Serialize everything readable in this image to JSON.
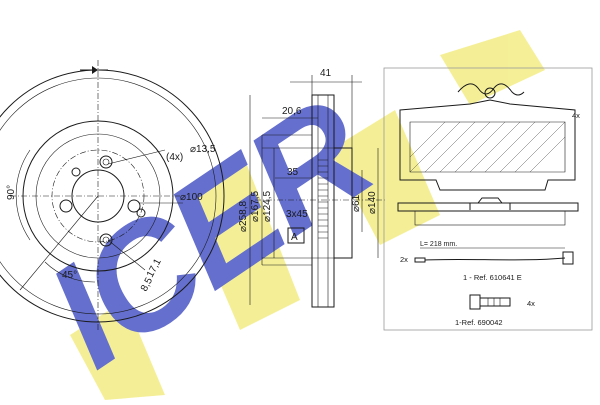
{
  "brand": {
    "logo_text": "ICER",
    "color_yellow": "#f3ed86",
    "color_blue": "#4a56c6"
  },
  "disc_front": {
    "dim_bolt_holes": "(4x)",
    "dim_hole_diameter": "13,5",
    "dim_pcd": "100",
    "dim_angle_90": "90°",
    "dim_angle_45": "45°",
    "dim_17_1": "17,1",
    "dim_8_5": "8,5"
  },
  "disc_side": {
    "dim_41": "41",
    "dim_20_6": "20,6",
    "dim_35": "35",
    "dim_3x45": "3x45",
    "dim_258_8": "258,8",
    "dim_167_5": "167,5",
    "dim_124_5": "124,5",
    "dim_61": "61",
    "dim_140": "140",
    "label_a": "A"
  },
  "pads": {
    "qty_pads": "4x",
    "sensor_length": "L= 218 mm.",
    "qty_sensor": "2x",
    "ref_sensor": "1 - Ref. 610641 E",
    "qty_bolts": "4x",
    "ref_bolt": "1-Ref. 690042"
  }
}
